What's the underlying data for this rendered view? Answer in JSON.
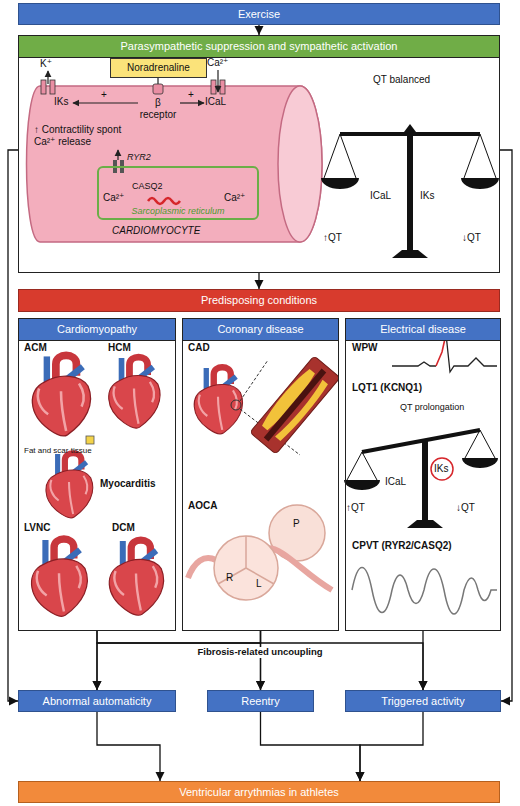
{
  "diagram": {
    "nodes": [
      {
        "text": [
          "Exercise"
        ]
      },
      {
        "text": [
          "Parasympathetic suppression and sympathetic activation"
        ]
      },
      {
        "text": [
          "Noradrenaline"
        ],
        "in": 1
      },
      {
        "text": [
          "Sarcoplasmic reticulum"
        ],
        "in": 1
      },
      {
        "text": [
          "Predisposing conditions"
        ]
      },
      {
        "text": [
          "Cardiomyopathy"
        ]
      },
      {
        "text": [
          "Coronary disease"
        ]
      },
      {
        "text": [
          "Electrical disease"
        ]
      },
      {
        "text": [
          "Abnormal automaticity"
        ]
      },
      {
        "text": [
          "Reentry"
        ]
      },
      {
        "text": [
          "Triggered activity"
        ]
      },
      {
        "text": [
          "Ventricular arrythmias in athletes"
        ]
      }
    ],
    "edges": [
      {
        "from": 0,
        "to": 1,
        "arrow": "to"
      },
      {
        "from": 1,
        "to": 4,
        "arrow": "to"
      },
      {
        "from": 1,
        "to": 8,
        "arrow": "to"
      },
      {
        "from": 1,
        "to": 10,
        "arrow": "to"
      },
      {
        "from": 5,
        "to": 8,
        "arrow": "to"
      },
      {
        "from": 5,
        "to": 9,
        "arrow": "to"
      },
      {
        "from": 6,
        "to": 8,
        "arrow": "to"
      },
      {
        "from": 6,
        "to": 9,
        "arrow": "to"
      },
      {
        "from": 6,
        "to": 10,
        "arrow": "to"
      },
      {
        "from": 7,
        "to": 10,
        "arrow": "to"
      },
      {
        "from": 8,
        "to": 11,
        "arrow": "to"
      },
      {
        "from": 9,
        "to": 11,
        "arrow": "to"
      },
      {
        "from": 10,
        "to": 11,
        "arrow": "to"
      }
    ],
    "labels": [
      "K⁺",
      "Ca²⁺",
      "IKs",
      "+",
      "β receptor",
      "+",
      "ICaL",
      "↑ Contractility spont Ca²⁺ release",
      "RYR2",
      "CASQ2",
      "Ca²⁺",
      "Ca²⁺",
      "CARDIOMYOCYTE",
      "QT balanced",
      "ICaL",
      "IKs",
      "↑QT",
      "↓QT",
      "ACM",
      "HCM",
      "Fat and scar tissue",
      "Myocarditis",
      "LVNC",
      "DCM",
      "CAD",
      "AOCA",
      "P",
      "R",
      "L",
      "WPW",
      "LQT1 (KCNQ1)",
      "QT prolongation",
      "ICaL",
      "IKs",
      "↑QT",
      "↓QT",
      "CPVT (RYR2/CASQ2)",
      "Fibrosis-related uncoupling"
    ]
  }
}
